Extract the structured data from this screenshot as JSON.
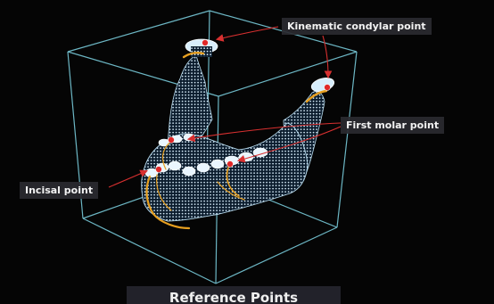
{
  "labels": {
    "kinematic_condylar_point": "Kinematic condylar point",
    "first_molar_point": "First molar point",
    "incisal_point": "Incisal point"
  },
  "caption": "Reference Points",
  "colors": {
    "background": "#050505",
    "wireframe_box": "#7fd6e6",
    "mesh": "#d8eefc",
    "reference_point": "#e02828",
    "motion_trace": "#e8a020",
    "pointer_arrow": "#d83030",
    "label_background": "#2a2a30"
  }
}
